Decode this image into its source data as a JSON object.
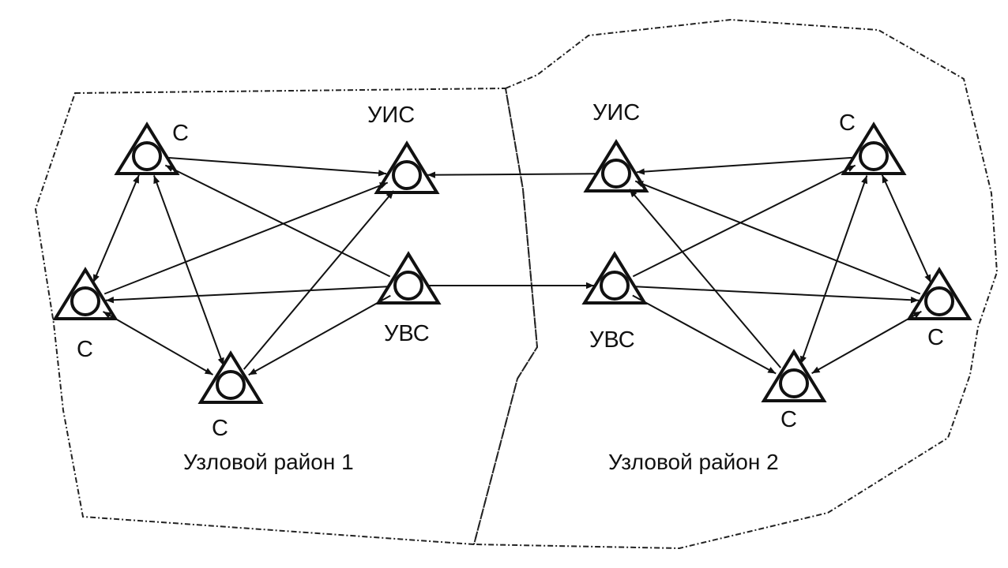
{
  "regions": [
    {
      "id": "r1",
      "label": "Узловой район 1"
    },
    {
      "id": "r2",
      "label": "Узловой район 2"
    }
  ],
  "nodes": [
    {
      "id": "r1_c_top",
      "label": "С",
      "type": "C"
    },
    {
      "id": "r1_uis",
      "label": "УИС",
      "type": "UIS"
    },
    {
      "id": "r1_c_left",
      "label": "С",
      "type": "C"
    },
    {
      "id": "r1_uvs",
      "label": "УВС",
      "type": "UVS"
    },
    {
      "id": "r1_c_bot",
      "label": "С",
      "type": "C"
    },
    {
      "id": "r2_uis",
      "label": "УИС",
      "type": "UIS"
    },
    {
      "id": "r2_c_top",
      "label": "С",
      "type": "C"
    },
    {
      "id": "r2_uvs",
      "label": "УВС",
      "type": "UVS"
    },
    {
      "id": "r2_c_right",
      "label": "С",
      "type": "C"
    },
    {
      "id": "r2_c_bot",
      "label": "С",
      "type": "C"
    }
  ],
  "edges": [
    {
      "from": "r1_c_top",
      "to": "r1_uis",
      "dir": "forward"
    },
    {
      "from": "r1_c_top",
      "to": "r1_c_left",
      "dir": "both"
    },
    {
      "from": "r1_c_top",
      "to": "r1_c_bot",
      "dir": "both"
    },
    {
      "from": "r1_c_left",
      "to": "r1_c_bot",
      "dir": "both"
    },
    {
      "from": "r1_c_left",
      "to": "r1_uis",
      "dir": "forward"
    },
    {
      "from": "r1_c_bot",
      "to": "r1_uis",
      "dir": "forward"
    },
    {
      "from": "r1_uvs",
      "to": "r1_c_top",
      "dir": "forward"
    },
    {
      "from": "r1_uvs",
      "to": "r1_c_left",
      "dir": "forward"
    },
    {
      "from": "r1_uvs",
      "to": "r1_c_bot",
      "dir": "forward"
    },
    {
      "from": "r1_uvs",
      "to": "r2_uvs",
      "dir": "forward"
    },
    {
      "from": "r2_uis",
      "to": "r1_uis",
      "dir": "forward"
    },
    {
      "from": "r2_c_top",
      "to": "r2_uis",
      "dir": "forward"
    },
    {
      "from": "r2_c_top",
      "to": "r2_c_right",
      "dir": "both"
    },
    {
      "from": "r2_c_top",
      "to": "r2_c_bot",
      "dir": "both"
    },
    {
      "from": "r2_c_right",
      "to": "r2_c_bot",
      "dir": "both"
    },
    {
      "from": "r2_c_right",
      "to": "r2_uis",
      "dir": "forward"
    },
    {
      "from": "r2_c_bot",
      "to": "r2_uis",
      "dir": "forward"
    },
    {
      "from": "r2_uvs",
      "to": "r2_c_top",
      "dir": "forward"
    },
    {
      "from": "r2_uvs",
      "to": "r2_c_right",
      "dir": "forward"
    },
    {
      "from": "r2_uvs",
      "to": "r2_c_bot",
      "dir": "forward"
    }
  ]
}
